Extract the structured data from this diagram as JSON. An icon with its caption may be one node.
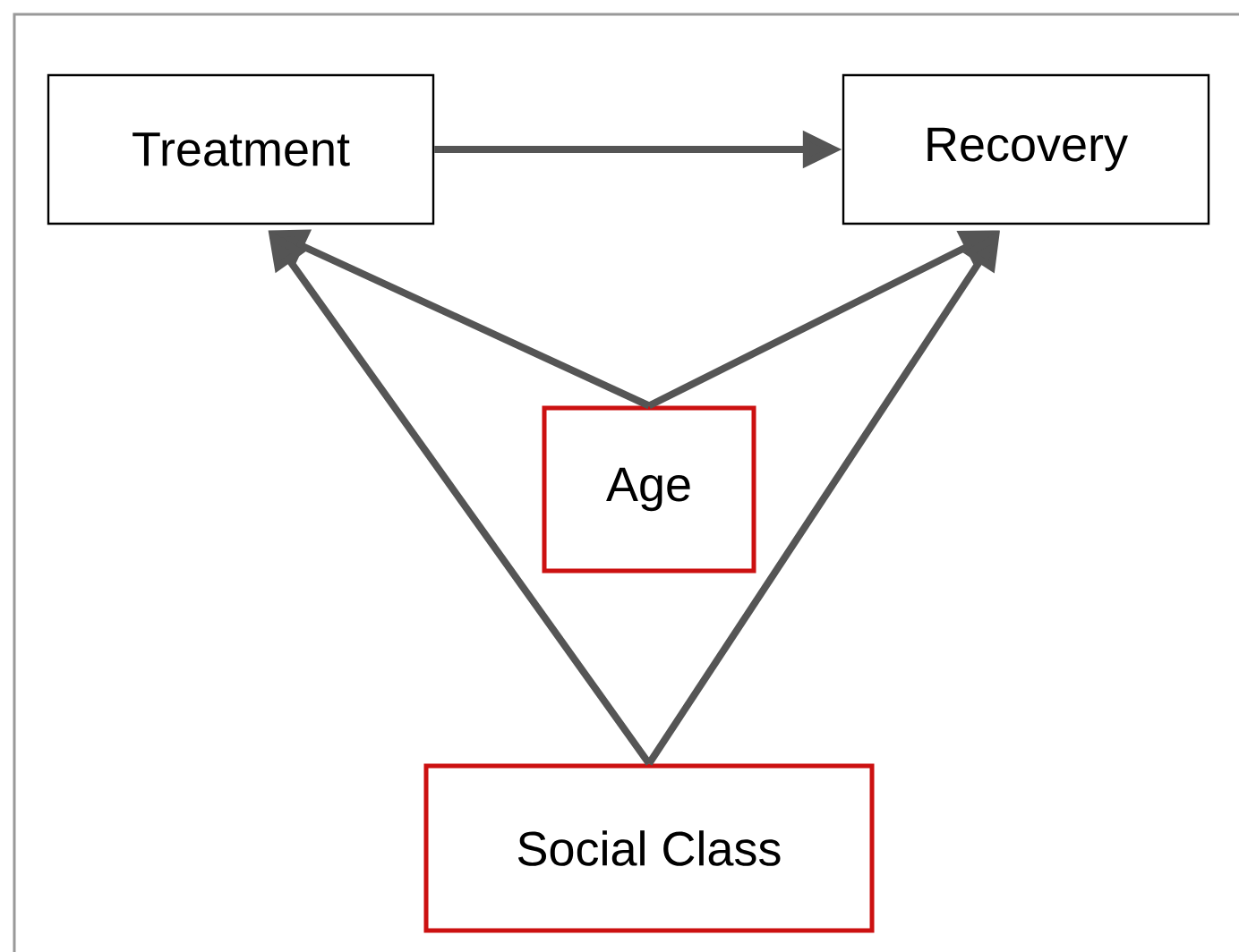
{
  "diagram": {
    "nodes": [
      {
        "text": [
          "Treatment"
        ]
      },
      {
        "text": [
          "Recovery"
        ]
      },
      {
        "text": [
          "Age"
        ]
      },
      {
        "text": [
          "Social Class"
        ]
      }
    ],
    "edges": [
      {
        "from": 0,
        "to": 1,
        "arrow": "to"
      },
      {
        "from": 2,
        "to": 0,
        "arrow": "to"
      },
      {
        "from": 2,
        "to": 1,
        "arrow": "to"
      },
      {
        "from": 3,
        "to": 0,
        "arrow": "to"
      },
      {
        "from": 3,
        "to": 1,
        "arrow": "to"
      }
    ]
  }
}
